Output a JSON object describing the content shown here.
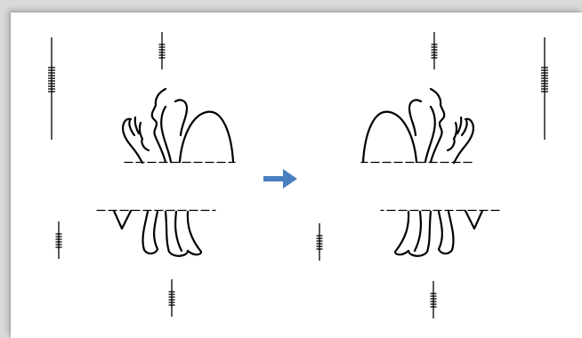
{
  "figure": {
    "panels": [
      {
        "id": "original",
        "orientation": "normal"
      },
      {
        "id": "mirrored",
        "orientation": "horizontally-flipped"
      }
    ],
    "connector": {
      "icon": "arrow-right-icon",
      "color": "#4a7fc0"
    },
    "glyph_color": "#000000",
    "background": "#ffffff"
  }
}
